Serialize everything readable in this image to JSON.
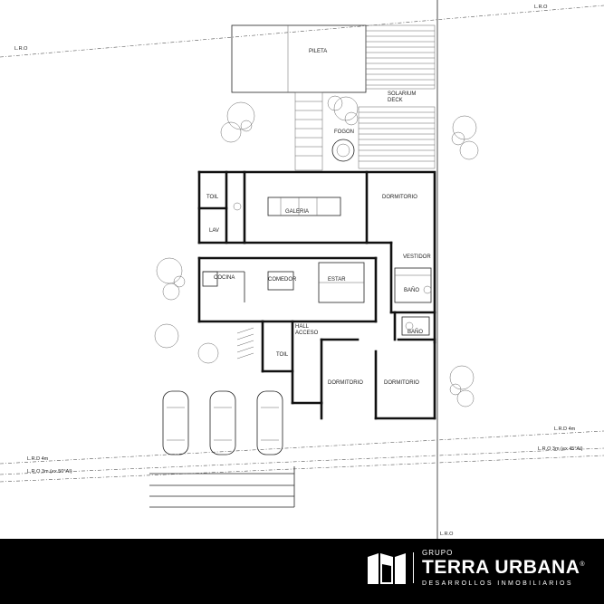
{
  "plan": {
    "lines": {
      "lro_top_right": "L.R.O",
      "lro_top_left": "L.R.O",
      "lro_bottom": "L.R.O",
      "lrd_4m_right": "L.R.D 4m",
      "lro_3m_right": "L.R.O 3m (ex 45°AI)",
      "lrd_4m_left": "L.R.D 4m",
      "lro_3m_left": "L.R.O 3m (ex 50°AI)"
    },
    "rooms": {
      "pileta": "PILETA",
      "solarium_deck": "SOLARIUM\nDECK",
      "fogon": "FOGON",
      "toil_top": "TOIL",
      "lav": "LAV",
      "galeria": "GALERIA",
      "dormitorio_principal": "DORMITORIO",
      "vestidor": "VESTIDOR",
      "bano_suite": "BAÑO",
      "cocina": "COCINA",
      "comedor": "COMEDOR",
      "estar": "ESTAR",
      "hall_acceso": "HALL\nACCESO",
      "bano": "BAÑO",
      "toil_bottom": "TOIL",
      "dormitorio_1": "DORMITORIO",
      "dormitorio_2": "DORMITORIO"
    }
  },
  "brand": {
    "group": "GRUPO",
    "name": "TERRA URBANA",
    "registered": "®",
    "tagline": "DESARROLLOS  INMOBILIARIOS"
  },
  "colors": {
    "background": "#ffffff",
    "footer": "#000000",
    "footer_text": "#ffffff"
  }
}
